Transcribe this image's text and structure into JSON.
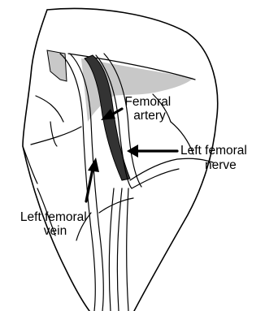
{
  "labels": {
    "femoral_artery": [
      "Femoral",
      "artery"
    ],
    "left_femoral_nerve": [
      "Left femoral",
      "nerve"
    ],
    "left_femoral_vein": [
      "Left femoral",
      "vein"
    ]
  },
  "colors": {
    "outline": "#000000",
    "artery_fill": "#333333",
    "shaded_tissue": "#c8c8c8",
    "background": "#ffffff"
  }
}
